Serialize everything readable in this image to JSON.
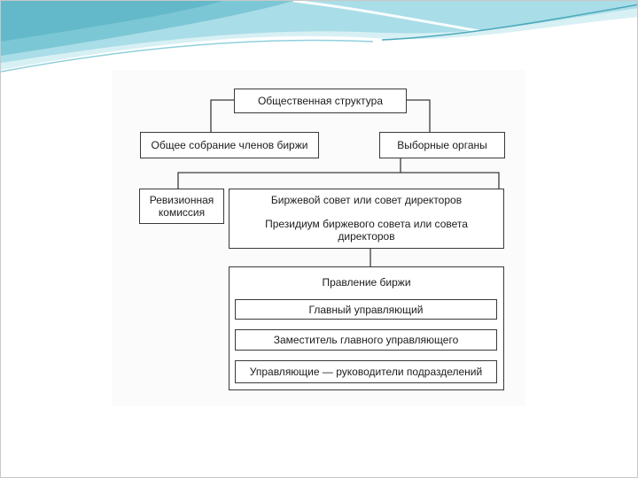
{
  "diagram": {
    "nodes": {
      "public_structure": "Общественная структура",
      "general_meeting": "Общее собрание членов биржи",
      "elected_bodies": "Выборные органы",
      "audit_commission": "Ревизионная комиссия",
      "exchange_council": "Биржевой совет или совет директоров",
      "presidium": "Президиум биржевого совета или совета директоров",
      "exchange_board": "Правление биржи",
      "chief_manager": "Главный управляющий",
      "deputy_chief_manager": "Заместитель главного управляющего",
      "division_managers": "Управляющие — руководители подразделений"
    }
  },
  "colors": {
    "line": "#3a3a3a",
    "wave_light": "#bfe7ef",
    "wave_dark": "#5fb6c8"
  }
}
